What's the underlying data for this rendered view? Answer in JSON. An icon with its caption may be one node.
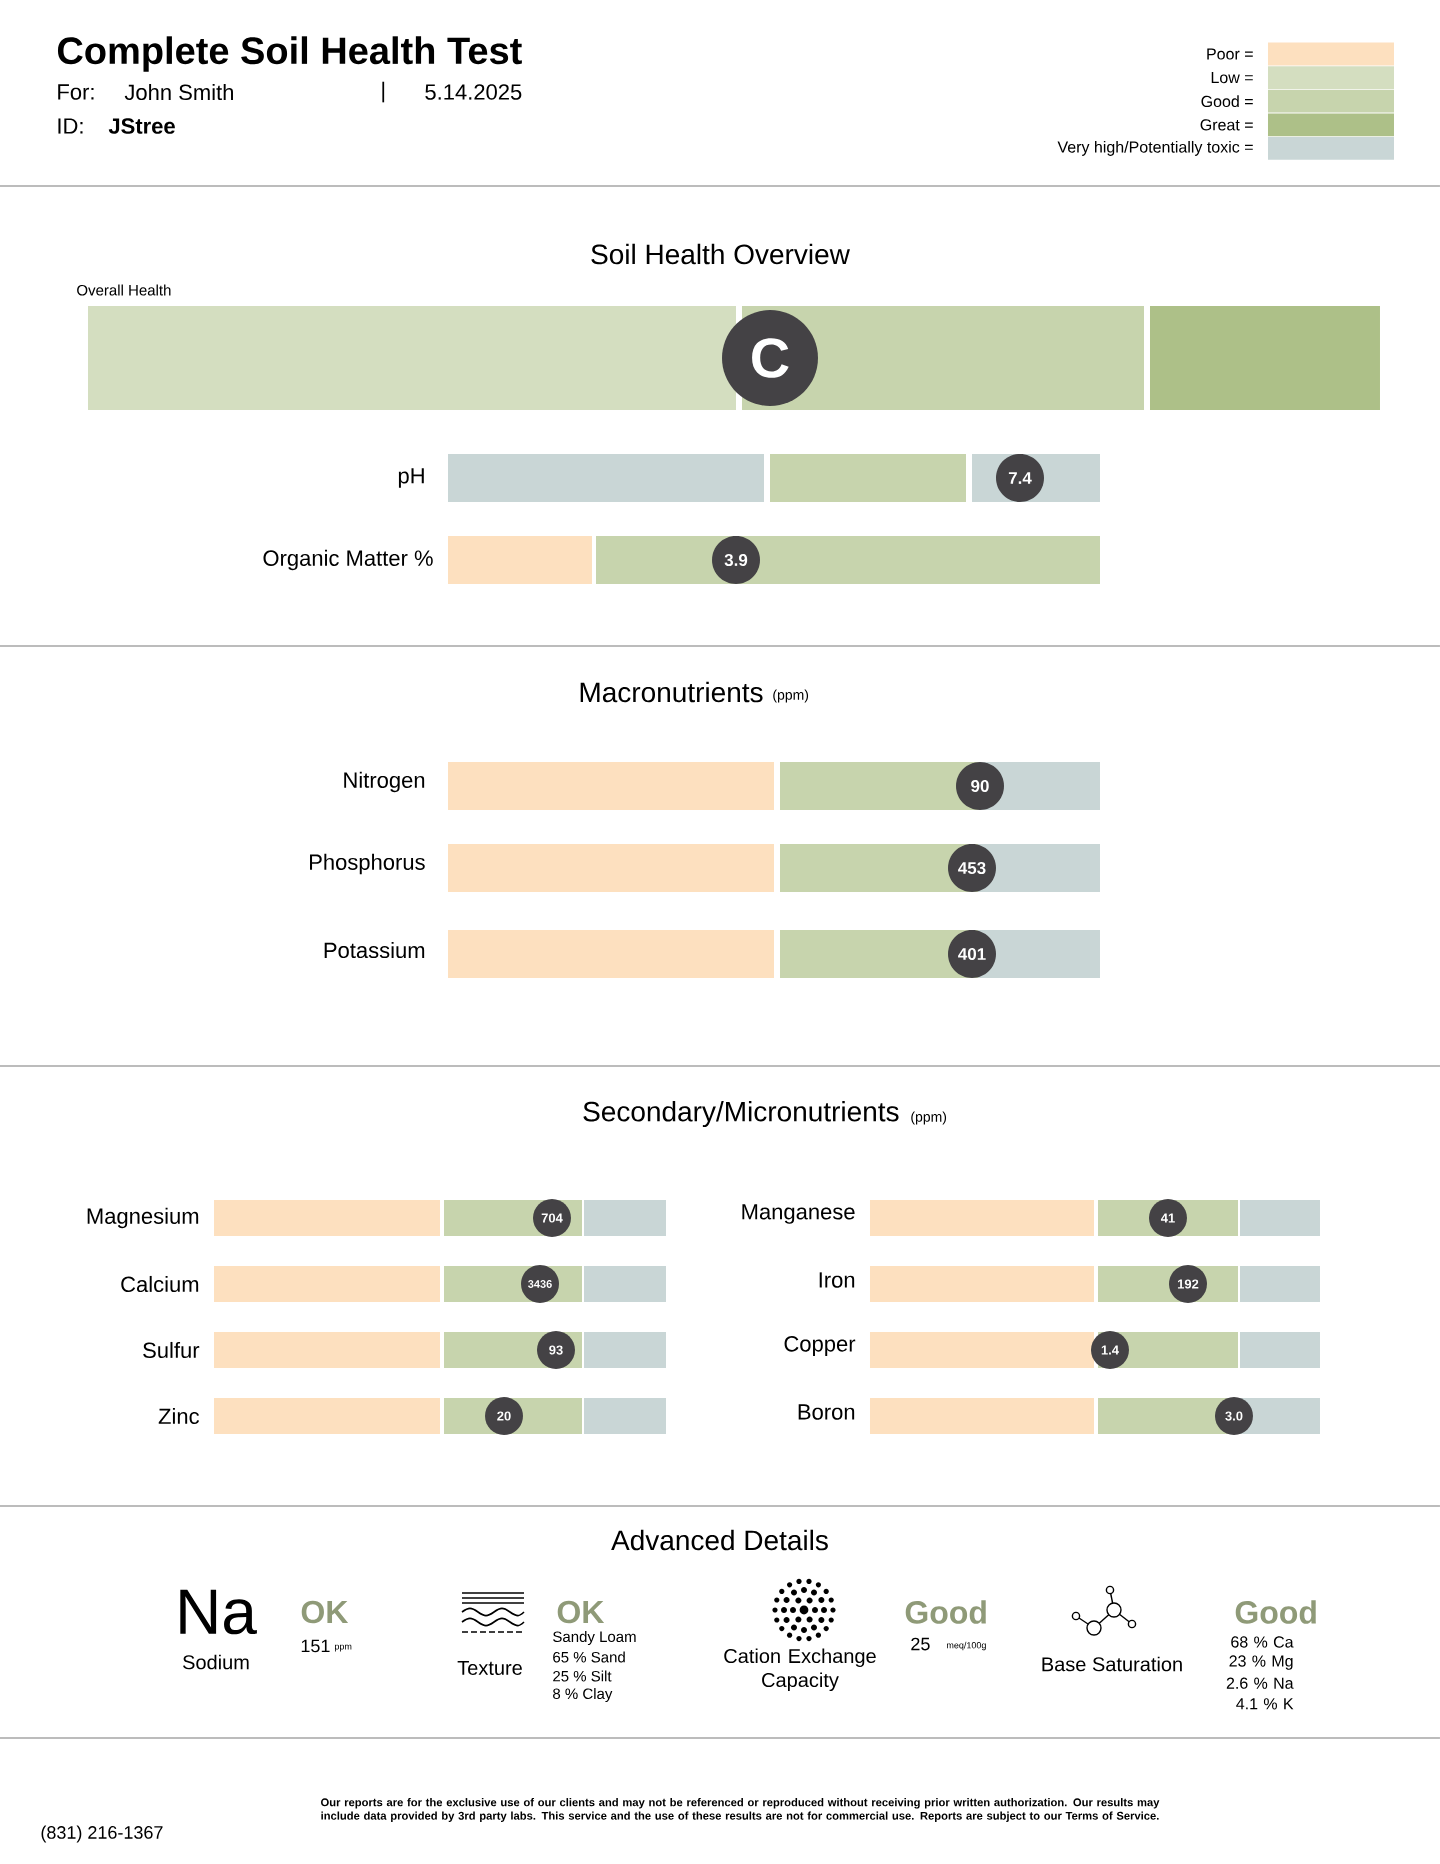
{
  "diagram": {
    "title": "Complete Soil Health Test",
    "labels": [
      "For:",
      "John Smith",
      "|",
      "5.14.2025",
      "ID:",
      "JStree",
      "Soil Health Overview",
      "Overall Health",
      "C",
      "pH",
      "7.4",
      "Organic Matter %",
      "3.9",
      "Macronutrients",
      "(ppm)",
      "Nitrogen",
      "90",
      "Phosphorus",
      "453",
      "Potassium",
      "401",
      "Secondary/Micronutrients",
      "(ppm)",
      "Magnesium",
      "704",
      "Manganese",
      "41",
      "Calcium",
      "3436",
      "Iron",
      "192",
      "Sulfur",
      "93",
      "Copper",
      "1.4",
      "Zinc",
      "20",
      "Boron",
      "3.0",
      "Advanced Details",
      "Na",
      "Sodium",
      "OK",
      "151",
      "ppm",
      "Texture",
      "OK",
      "Sandy Loam",
      "65 % Sand",
      "25 % Silt",
      "8 % Clay",
      "Cation Exchange Capacity",
      "Good",
      "25",
      "meq/100g",
      "Base Saturation",
      "Good",
      "68 % Ca",
      "23 % Mg",
      "2.6 % Na",
      "4.1 % K",
      "(831) 216-1367",
      "Our reports are for the exclusive use of our clients and may not be referenced or reproduced without receiving prior written authorization. Our results may include data provided by 3rd party labs. This service and the use of these results are not for commercial use. Reports are subject to our Terms of Service."
    ],
    "legend": [
      {
        "text": "Poor =",
        "color": "#fde0bf"
      },
      {
        "text": "Low =",
        "color": "#d4dec0"
      },
      {
        "text": "Good =",
        "color": "#c7d4ad"
      },
      {
        "text": "Great =",
        "color": "#adc088"
      },
      {
        "text": "Very high/Potentially toxic =",
        "color": "#c9d6d6"
      }
    ]
  }
}
